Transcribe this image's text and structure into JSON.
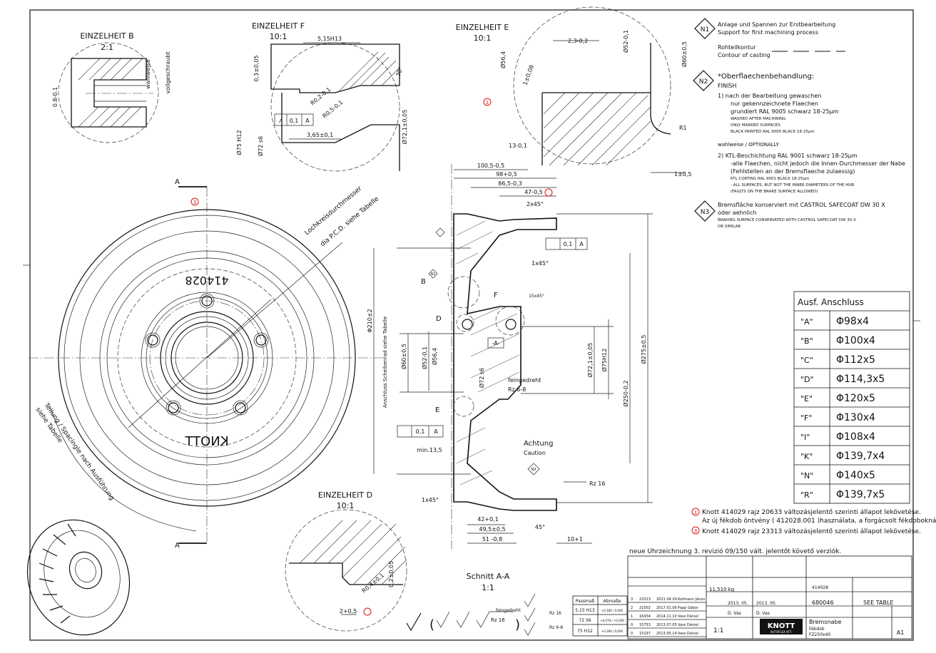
{
  "details": {
    "b": {
      "title": "EINZELHEIT B",
      "scale": "2:1",
      "side_label_1": "wahlweise",
      "side_label_2": "vollgeschraubt",
      "dim_left": "0.8-0.1"
    },
    "f": {
      "title": "EINZELHEIT F",
      "scale": "10:1",
      "dim_width": "5,15H13",
      "dim_v1": "0,3±0,05",
      "dim_r1": "R0,2-0,1",
      "dim_r2": "R0,5-0,1",
      "dim_w2": "3,65±0,1",
      "dim_d1": "Ø75 H12",
      "dim_d2": "Ø72 s6",
      "dim_d3": "Ø72,1±0,05",
      "dim_angle": "30°",
      "tol_sym": "↗",
      "tol_val": "0,1",
      "tol_ref": "A"
    },
    "e": {
      "title": "EINZELHEIT E",
      "scale": "10:1",
      "dim_top": "2,3-0,2",
      "dim_d1": "Ø52-0,1",
      "dim_d2": "Ø60±0,5",
      "dim_d3": "Ø56,4",
      "dim_r": "R1",
      "dim_bottom": "13-0,1",
      "dim_chamfer": "1±0,08",
      "dim_right": "1±0,5"
    },
    "d": {
      "title": "EINZELHEIT D",
      "scale": "10:1",
      "dim_r": "R0,4±0,1",
      "dim_v": "0,2±0,05",
      "dim_h": "2+0,5"
    }
  },
  "notes": {
    "n1": {
      "badge": "N1",
      "line1": "Anlage und Spannen zur Erstbearbeitung",
      "line2": "Support for first machining process",
      "contour_de": "Rohteilkontur",
      "contour_en": "Contour of casting"
    },
    "n2": {
      "badge": "N2",
      "title": "*Oberflaechenbehandlung:",
      "finish": "FINISH",
      "i1": "1)   nach der Bearbeitung gewaschen",
      "i2": "nur gekennzeichnete Flaechen",
      "i3": "grundiert RAL 9005 schwarz 18-25µm",
      "i4": "WASHED AFTER MACHINING",
      "i5": "ONLY MARKED SURFACES",
      "i6": "BLACK PAINTED  RAL 9005 BLACK 18-25µm",
      "opt": "wahlweise / OPTIONALLY",
      "j1": "2)   KTL-Beschichtung RAL 9001 schwarz  18-25µm",
      "j2": "-alle Flaechen,  nicht jedoch die Innen-Durchmesser der Nabe",
      "j3": "(Fehlstellen an der Bremsflaeche zulaessig)",
      "j4": "KTL  COATING RAL 9001 BLACK  18-25µm",
      "j5": "- ALL SURFACES, BUT NOT THE INNER DIAMETERS OF THE HUB",
      "j6": "(FAULTS ON THE BRAKE SURFACE ALLOWED)"
    },
    "n3": {
      "badge": "N3",
      "l1": "Bremsfläche konserviert mit CASTROL SAFECOAT DW 30 X",
      "l2": "oder aehnlich",
      "l3": "BRAKING SURFACE CONSERVATED WITH CASTROL SAFECOAT DW 30 X",
      "l4": "OR SIMILAR"
    }
  },
  "front_view": {
    "part_number": "414028",
    "brand_mirrored": "KNOTT",
    "section_mark_top": "A",
    "section_mark_bottom": "A",
    "pcd_label_1": "Lochkreisdurchmesser",
    "pcd_label_2": "dia P.C.D.   siehe Tabelle",
    "arc_label_1": "Teilung / Spacingle nach Ausführung",
    "arc_label_2": "siehe Tabelle",
    "rev_marker": "3"
  },
  "section_view": {
    "title": "Schnitt A-A",
    "scale": "1:1",
    "dims": {
      "d100_5": "100,5-0,5",
      "d98": "98+0,5",
      "d86_5": "86,5-0,3",
      "d47": "47-0,5",
      "chamfer1": "2x45°",
      "chamfer2": "1x45°",
      "chamfer3": "1x45°",
      "chamfer4": "15x45°",
      "d210": "Φ210±2",
      "d60": "Ø60±0,5",
      "d52": "Ø52-0,1",
      "d56_4": "Ø56,4",
      "d72s6": "Ø72 s6",
      "d72_1": "Ø72,1±0,05",
      "d75": "Ø75H12",
      "d250": "Ø250-0,2",
      "d275": "Ø275±0,5",
      "min": "min.13,5",
      "d42": "42+0,1",
      "d49_5": "49,5±0,5",
      "d51": "51 -0,8",
      "d10": "10+1",
      "angle": "45°",
      "rz16": "Rz 16",
      "vert_label": "Anschluss Scheibenrad siehe Tabelle"
    },
    "labels": {
      "b": "B",
      "d": "D",
      "e": "E",
      "f": "F",
      "datum": "-A-",
      "fine_1": "feingedreht",
      "fine_2": "Rz 6-8",
      "caution_de": "Achtung",
      "caution_en": "Caution",
      "tol_val": "0,1",
      "tol_ref": "A",
      "n1_badge": "N1",
      "n3_badge": "N3"
    }
  },
  "table": {
    "header": "Ausf. Anschluss",
    "rows": [
      {
        "code": "\"A\"",
        "value": "Φ98x4"
      },
      {
        "code": "\"B\"",
        "value": "Φ100x4"
      },
      {
        "code": "\"C\"",
        "value": "Φ112x5"
      },
      {
        "code": "\"D\"",
        "value": "Φ114,3x5"
      },
      {
        "code": "\"E\"",
        "value": "Φ120x5"
      },
      {
        "code": "\"F\"",
        "value": "Φ130x4"
      },
      {
        "code": "\"I\"",
        "value": "Φ108x4"
      },
      {
        "code": "\"K\"",
        "value": "Φ139,7x4"
      },
      {
        "code": "\"N\"",
        "value": "Φ140x5"
      },
      {
        "code": "\"R\"",
        "value": "Φ139,7x5"
      }
    ]
  },
  "revisions": {
    "r1_marker": "1",
    "r1_line1": "Knott 414029 rajz 20633 változásjelentő szerinti állapot lekövetése.",
    "r1_line2": "Az új fékdob öntvény ( 412028.001 )használata, a forgácsolt fékdoboknál.",
    "r2_marker": "3",
    "r2_line": "Knott 414029 rajz 23313 változásjelentő szerinti állapot lekövetése."
  },
  "title_block": {
    "heading": "neue Uhrzeichnung 3. revizió 09/150 vált. jelentőt követő verziók.",
    "weight": "11,510 kg",
    "scale": "1:1",
    "date1": "2013. 05.",
    "date2": "2013. 05.",
    "name1": "D. Vas",
    "name2": "D. Vas",
    "drawing_no": "680046",
    "part_no": "414028",
    "see_table": "SEE TABLE",
    "company": "KNOTT",
    "company_sub": "AUTOFLEX KFT.",
    "part_name_1": "Bremsnabe",
    "part_name_2": "Fékdob",
    "part_name_3": "FZ250x40",
    "sheet": "A1",
    "fits": [
      {
        "fit": "Passmaß",
        "dev": "Abmaße"
      },
      {
        "fit": "5,15 H13",
        "dev": "+0,180 / 0,000"
      },
      {
        "fit": "72  S6",
        "dev": "+0,078 / +0,059"
      },
      {
        "fit": "75  H12",
        "dev": "+0,300 / 0,000"
      }
    ],
    "rev_rows": [
      {
        "n": "3",
        "doc": "23313",
        "date": "2021.04.29",
        "name": "Kollmann János"
      },
      {
        "n": "2",
        "doc": "21002",
        "date": "2017.01.06",
        "name": "Papp Gábor"
      },
      {
        "n": "1",
        "doc": "16434",
        "date": "2014.11.10",
        "name": "Vass Dániel"
      },
      {
        "n": "0",
        "doc": "15753",
        "date": "2013.07.05",
        "name": "Vass Dániel"
      },
      {
        "n": "0",
        "doc": "15197",
        "date": "2013.05.14",
        "name": "Vass Dániel"
      }
    ]
  },
  "surface": {
    "rz16": "Rz 16",
    "rz68": "Rz 6-8",
    "fine": "feingedreht"
  }
}
